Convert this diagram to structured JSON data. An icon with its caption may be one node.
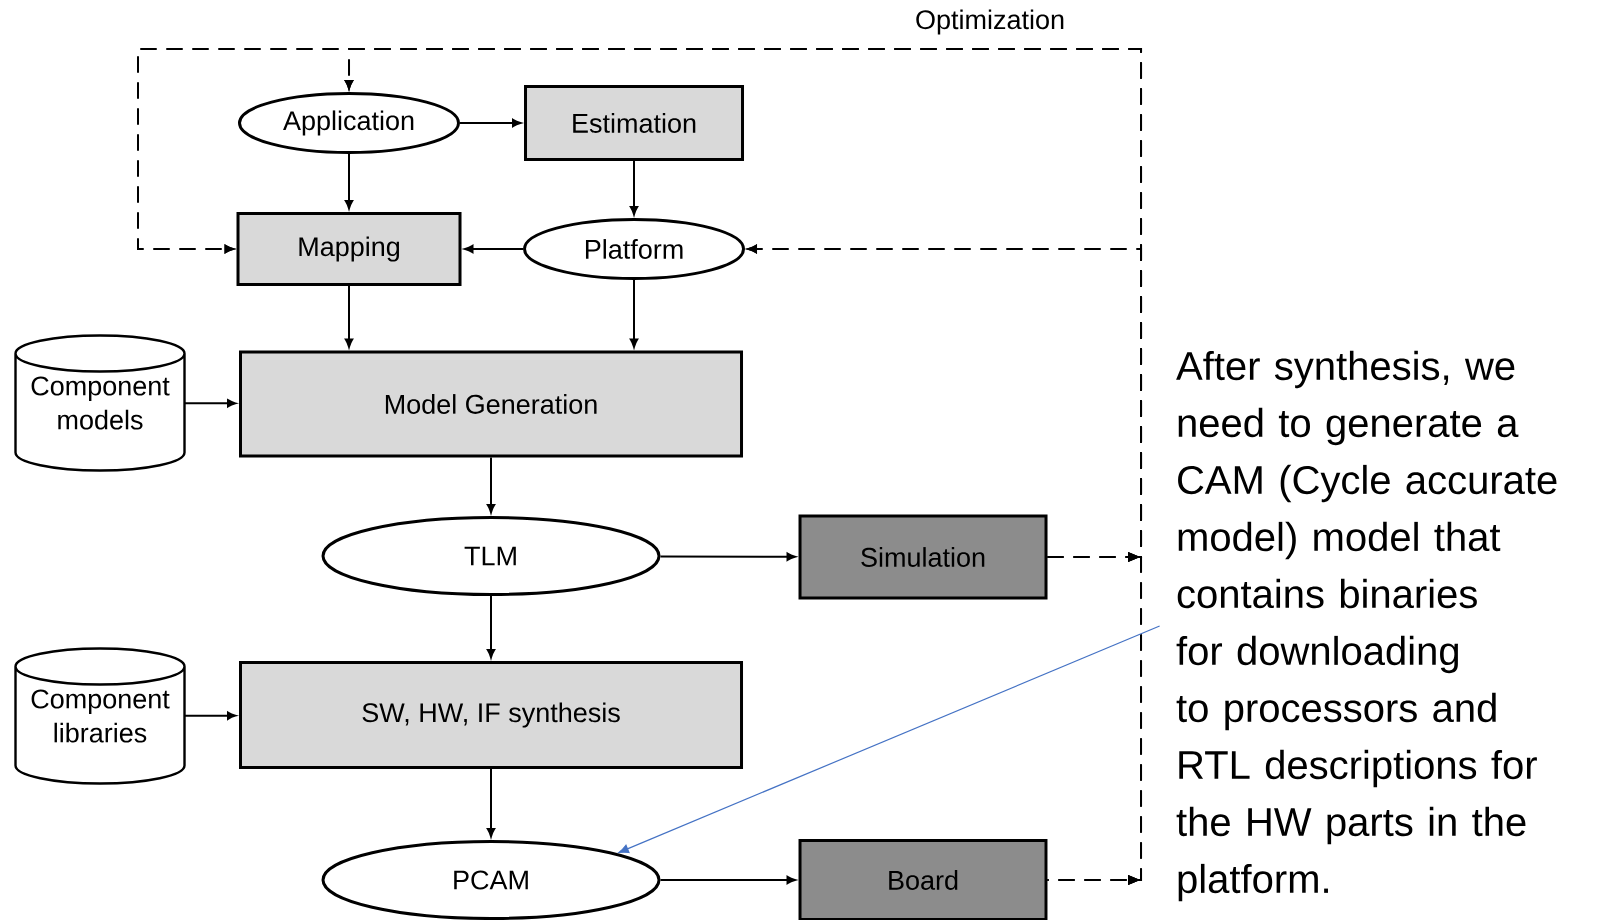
{
  "diagram": {
    "nodes": [
      {
        "text": [
          "Application"
        ]
      },
      {
        "text": [
          "Estimation"
        ]
      },
      {
        "text": [
          "Mapping"
        ]
      },
      {
        "text": [
          "Platform"
        ]
      },
      {
        "text": [
          "Component models"
        ]
      },
      {
        "text": [
          "Model Generation"
        ]
      },
      {
        "text": [
          "TLM"
        ]
      },
      {
        "text": [
          "Simulation"
        ]
      },
      {
        "text": [
          "Component libraries"
        ]
      },
      {
        "text": [
          "SW, HW, IF synthesis"
        ]
      },
      {
        "text": [
          "PCAM"
        ]
      },
      {
        "text": [
          "Board"
        ]
      },
      {
        "text": [
          "After synthesis, we need to generate a CAM (Cycle accurate model) model that contains binaries for downloading to processors and RTL descriptions for the HW parts in the platform."
        ]
      }
    ],
    "edges": [
      {
        "from": 0,
        "to": 1,
        "arrow": "to"
      },
      {
        "from": 0,
        "to": 2,
        "arrow": "to"
      },
      {
        "from": 1,
        "to": 3,
        "arrow": "to"
      },
      {
        "from": 3,
        "to": 2,
        "arrow": "to"
      },
      {
        "from": 2,
        "to": 5,
        "arrow": "to"
      },
      {
        "from": 3,
        "to": 5,
        "arrow": "to"
      },
      {
        "from": 4,
        "to": 5,
        "arrow": "to"
      },
      {
        "from": 5,
        "to": 6,
        "arrow": "to"
      },
      {
        "from": 6,
        "to": 7,
        "arrow": "to"
      },
      {
        "from": 6,
        "to": 9,
        "arrow": "to"
      },
      {
        "from": 8,
        "to": 9,
        "arrow": "to"
      },
      {
        "from": 9,
        "to": 10,
        "arrow": "to"
      },
      {
        "from": 10,
        "to": 11,
        "arrow": "to"
      },
      {
        "from": 7,
        "to": 0,
        "arrow": "to",
        "style": "dashed"
      },
      {
        "from": 7,
        "to": 2,
        "arrow": "to",
        "style": "dashed"
      },
      {
        "from": 7,
        "to": 3,
        "arrow": "to",
        "style": "dashed"
      },
      {
        "from": 11,
        "to": 0,
        "arrow": "to",
        "style": "dashed"
      },
      {
        "from": 11,
        "to": 2,
        "arrow": "to",
        "style": "dashed"
      },
      {
        "from": 11,
        "to": 3,
        "arrow": "to",
        "style": "dashed"
      },
      {
        "from": 12,
        "to": 10,
        "arrow": "to",
        "color": "#4472c4"
      }
    ],
    "labels": [
      "Optimization"
    ]
  }
}
